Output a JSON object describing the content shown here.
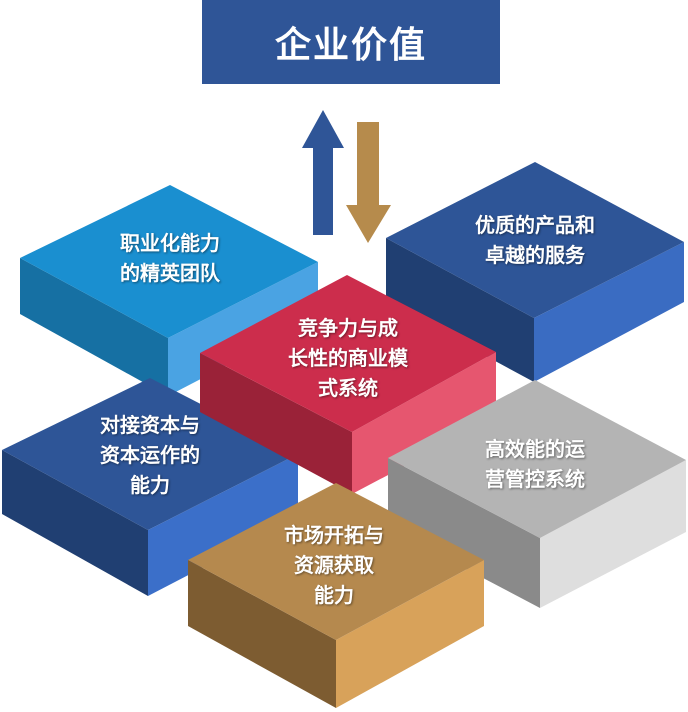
{
  "title": "企业价值",
  "arrows": {
    "up_color": "#2f5597",
    "down_color": "#b68b4c"
  },
  "blocks": [
    {
      "id": "talent",
      "lines": [
        "职业化能力",
        "的精英团队"
      ],
      "top": "#1a8fd0",
      "left": "#1670a3",
      "right": "#4aa3e3"
    },
    {
      "id": "service",
      "lines": [
        "优质的产品和",
        "卓越的服务"
      ],
      "top": "#2e5597",
      "left": "#203f72",
      "right": "#3a6cc2"
    },
    {
      "id": "business-model",
      "lines": [
        "竞争力与成",
        "长性的商业模",
        "式系统"
      ],
      "top": "#cc2d4c",
      "left": "#9a2238",
      "right": "#e6566f"
    },
    {
      "id": "capital",
      "lines": [
        "对接资本与",
        "资本运作的",
        "能力"
      ],
      "top": "#2e5597",
      "left": "#203f72",
      "right": "#3b6fc9"
    },
    {
      "id": "operations",
      "lines": [
        "高效能的运",
        "营管控系统"
      ],
      "top": "#b4b4b4",
      "left": "#8a8a8a",
      "right": "#dedede"
    },
    {
      "id": "market",
      "lines": [
        "市场开拓与",
        "资源获取",
        "能力"
      ],
      "top": "#b5894e",
      "left": "#7d5c31",
      "right": "#d8a25a"
    }
  ]
}
